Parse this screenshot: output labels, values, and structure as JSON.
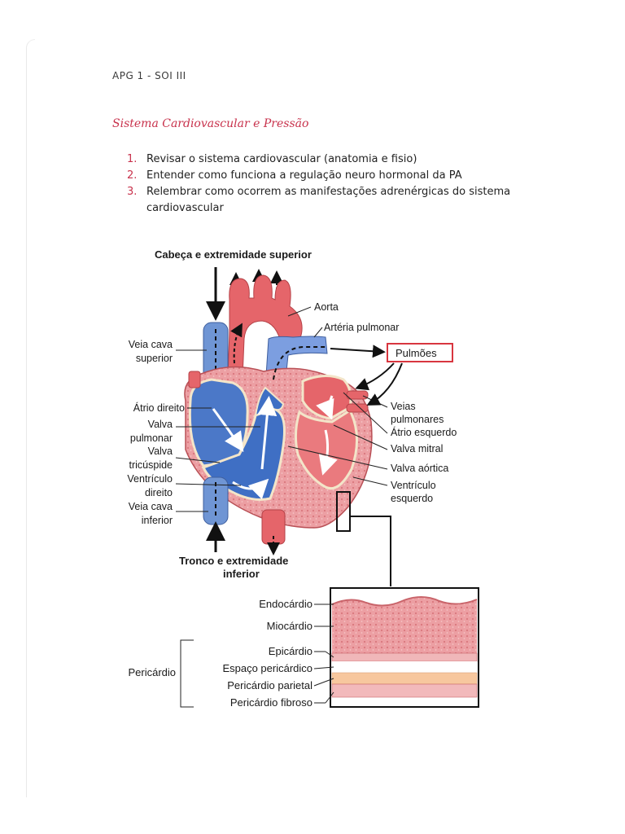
{
  "header": "APG 1 - SOI III",
  "title": "Sistema Cardiovascular e Pressão",
  "tasks": [
    {
      "num": "1.",
      "text": "Revisar o sistema cardiovascular (anatomia e fisio)"
    },
    {
      "num": "2.",
      "text": "Entender como funciona a regulação neuro hormonal da PA"
    },
    {
      "num": "3.",
      "text": "Relembrar como ocorrem as manifestações adrenérgicas do sistema cardiovascular"
    }
  ],
  "figure": {
    "top_label": "Cabeça e extremidade superior",
    "bottom_label_1": "Tronco e extremidade",
    "bottom_label_2": "inferior",
    "left_labels": [
      [
        "Veia cava",
        "superior"
      ],
      [
        "Átrio direito"
      ],
      [
        "Valva",
        "pulmonar"
      ],
      [
        "Valva",
        "tricúspide"
      ],
      [
        "Ventrículo",
        "direito"
      ],
      [
        "Veia cava",
        "inferior"
      ]
    ],
    "right_labels": {
      "aorta": "Aorta",
      "pulmonary_artery": "Artéria pulmonar",
      "lungs": "Pulmões",
      "pulmonary_veins_1": "Veias",
      "pulmonary_veins_2": "pulmonares",
      "left_atrium": "Átrio esquerdo",
      "mitral_valve": "Valva mitral",
      "aortic_valve": "Valva aórtica",
      "left_ventricle_1": "Ventrículo",
      "left_ventricle_2": "esquerdo"
    },
    "wall_labels": {
      "endocardium": "Endocárdio",
      "myocardium": "Miocárdio",
      "epicardium": "Epicárdio",
      "pericardial_space": "Espaço pericárdico",
      "parietal_pericardium": "Pericárdio parietal",
      "fibrous_pericardium": "Pericárdio fibroso",
      "pericardium": "Pericárdio"
    },
    "colors": {
      "red_vessel": "#e5656a",
      "blue_vessel": "#6f95d4",
      "blue_chamber": "#3f6fc4",
      "pink_muscle": "#eba3a5",
      "lungs_border": "#d8363f",
      "accent": "#c8324c"
    }
  }
}
